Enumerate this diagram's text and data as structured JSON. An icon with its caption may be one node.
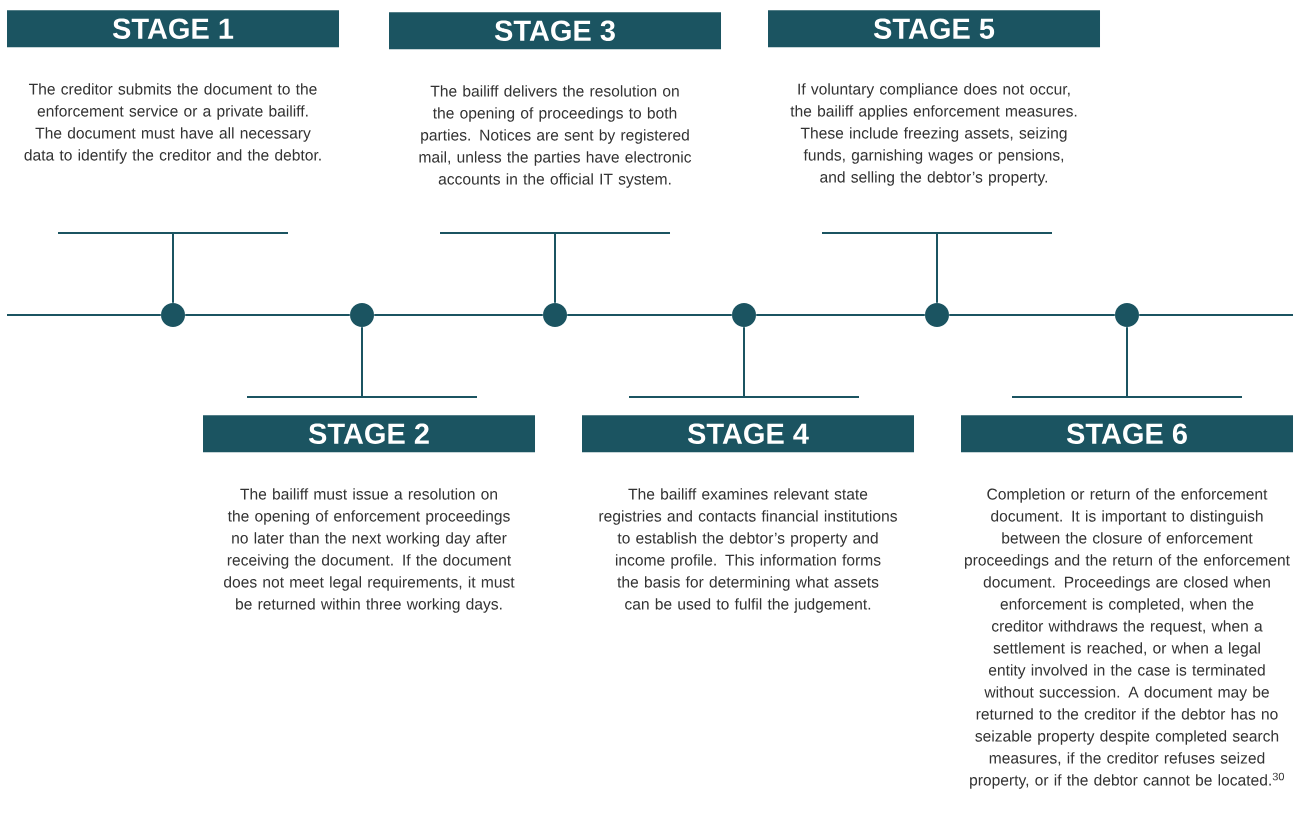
{
  "diagram": {
    "nodes": [
      {
        "text": [
          "STAGE 1",
          "The creditor submits the document to the enforcement service or a private bailiff. The document must have all necessary data to identify the creditor and the debtor."
        ]
      },
      {
        "text": [
          "STAGE 2",
          "The bailiff must issue a resolution on the opening of enforcement proceedings no later than the next working day after receiving the document. If the document does not meet legal requirements, it must be returned within three working days."
        ]
      },
      {
        "text": [
          "STAGE 3",
          "The bailiff delivers the resolution on the opening of proceedings to both parties. Notices are sent by registered mail, unless the parties have electronic accounts in the official IT system."
        ]
      },
      {
        "text": [
          "STAGE 4",
          "The bailiff examines relevant state registries and contacts financial institutions to establish the debtor’s property and income profile. This information forms the basis for determining what assets can be used to fulfil the judgement."
        ]
      },
      {
        "text": [
          "STAGE 5",
          "If voluntary compliance does not occur, the bailiff applies enforcement measures. These include freezing assets, seizing funds, garnishing wages or pensions, and selling the debtor’s property."
        ]
      },
      {
        "text": [
          "STAGE 6",
          "Completion or return of the enforcement document. It is important to distinguish between the closure of enforcement proceedings and the return of the enforcement document. Proceedings are closed when enforcement is completed, when the creditor withdraws the request, when a settlement is reached, or when a legal entity involved in the case is terminated without succession. A document may be returned to the creditor if the debtor has no seizable property despite completed search measures, if the creditor refuses seized property, or if the debtor cannot be located.$^{30}$"
        ]
      },
      {
        "text": [],
        "shape": "circle"
      },
      {
        "text": [],
        "shape": "circle"
      },
      {
        "text": [],
        "shape": "circle"
      },
      {
        "text": [],
        "shape": "circle"
      },
      {
        "text": [],
        "shape": "circle"
      },
      {
        "text": [],
        "shape": "circle"
      }
    ],
    "edges": [
      {
        "from": 6,
        "to": 7,
        "arrow": "none"
      },
      {
        "from": 7,
        "to": 8,
        "arrow": "none"
      },
      {
        "from": 8,
        "to": 9,
        "arrow": "none"
      },
      {
        "from": 9,
        "to": 10,
        "arrow": "none"
      },
      {
        "from": 10,
        "to": 11,
        "arrow": "none"
      },
      {
        "from": 6,
        "to": 0,
        "arrow": "none"
      },
      {
        "from": 7,
        "to": 1,
        "arrow": "none"
      },
      {
        "from": 8,
        "to": 2,
        "arrow": "none"
      },
      {
        "from": 9,
        "to": 3,
        "arrow": "none"
      },
      {
        "from": 10,
        "to": 4,
        "arrow": "none"
      },
      {
        "from": 11,
        "to": 5,
        "arrow": "none"
      }
    ]
  }
}
